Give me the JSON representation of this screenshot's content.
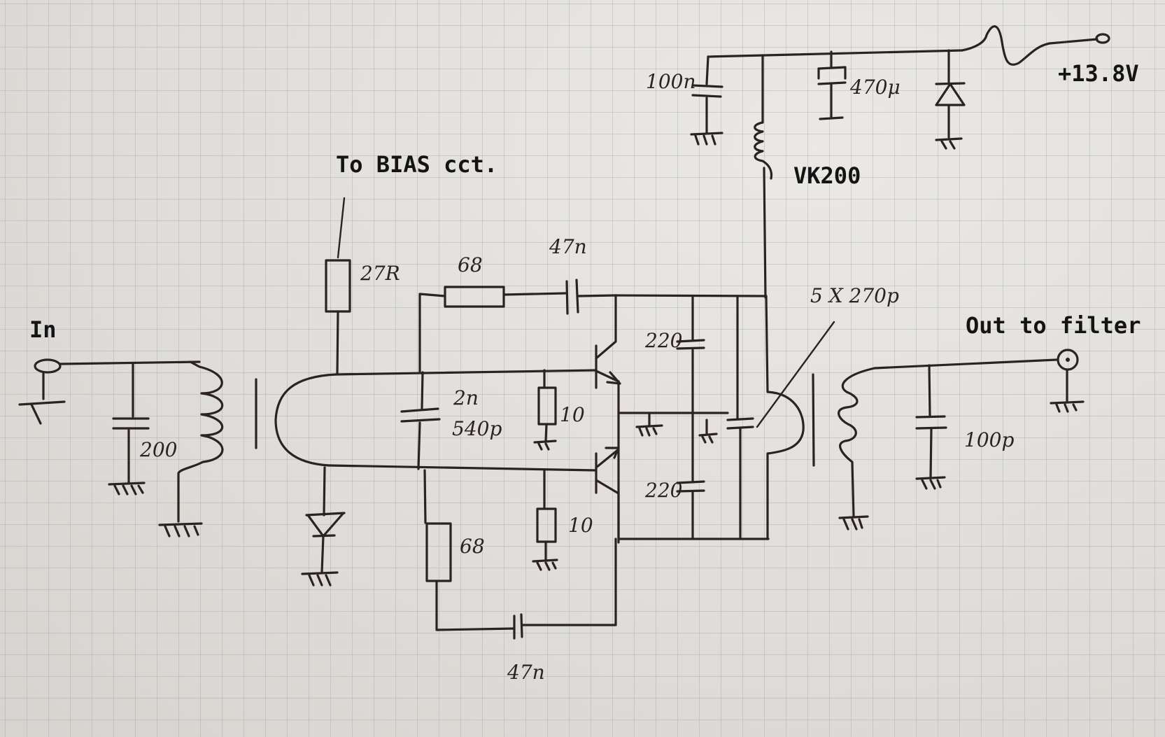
{
  "labels": {
    "input": "In",
    "output": "Out to filter",
    "supply": "+13.8V",
    "bias": "To BIAS cct.",
    "choke": "VK200"
  },
  "components": {
    "r_bias": "27R",
    "r_fb_top": "68",
    "c_fb_top": "47n",
    "c_input": "200",
    "c_base_1": "2n",
    "c_base_2": "540p",
    "r_emitter_top": "10",
    "r_emitter_bottom": "10",
    "r_fb_bottom": "68",
    "c_fb_bottom": "47n",
    "c_tune_top": "220",
    "c_tune_bottom": "220",
    "c_output_bank": "5 X 270p",
    "c_supply_1": "100n",
    "c_supply_2": "470μ",
    "c_output": "100p"
  }
}
